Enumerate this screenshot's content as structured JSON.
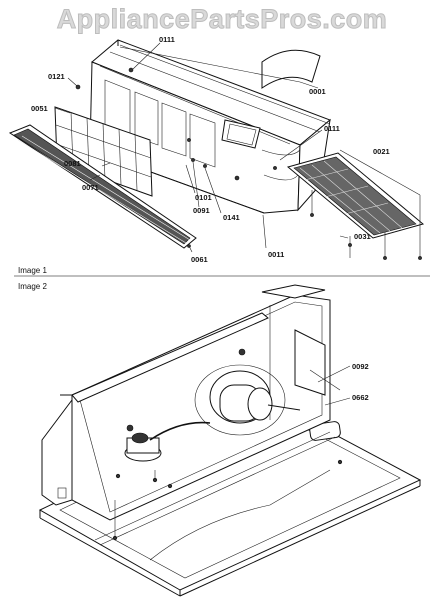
{
  "watermark": "AppliancePartsPros.com",
  "image1": {
    "caption": "Image 1",
    "callouts": {
      "c0111a": "0111",
      "c0121": "0121",
      "c0001": "0001",
      "c0051": "0051",
      "c0111b": "0111",
      "c0021": "0021",
      "c0081": "0081",
      "c0071": "0071",
      "c0101": "0101",
      "c0091": "0091",
      "c0141": "0141",
      "c0031": "0031",
      "c0011": "0011",
      "c0061": "0061"
    }
  },
  "image2": {
    "caption": "Image 2",
    "callouts": {
      "c0092": "0092",
      "c0662": "0662"
    }
  }
}
